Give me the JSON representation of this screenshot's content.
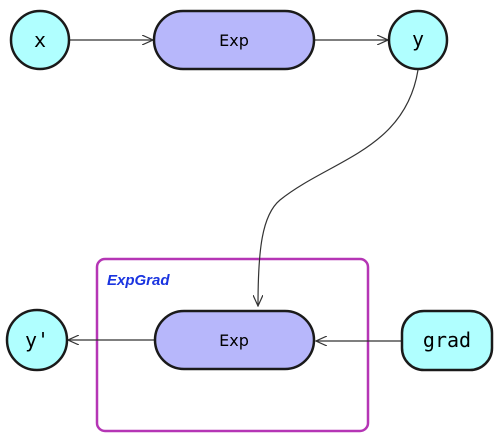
{
  "group": {
    "label": "ExpGrad",
    "border_color": "#b535b5",
    "label_color": "#1a34e0"
  },
  "nodes": {
    "x": {
      "label": "x"
    },
    "exp_top": {
      "label": "Exp"
    },
    "y": {
      "label": "y"
    },
    "exp_bottom": {
      "label": "Exp"
    },
    "y_prime": {
      "label": "y'"
    },
    "grad": {
      "label": "grad"
    }
  },
  "colors": {
    "variable_fill": "#b0ffff",
    "op_fill": "#b7b7fb",
    "stroke": "#1a1a1a",
    "edge": "#333333"
  }
}
